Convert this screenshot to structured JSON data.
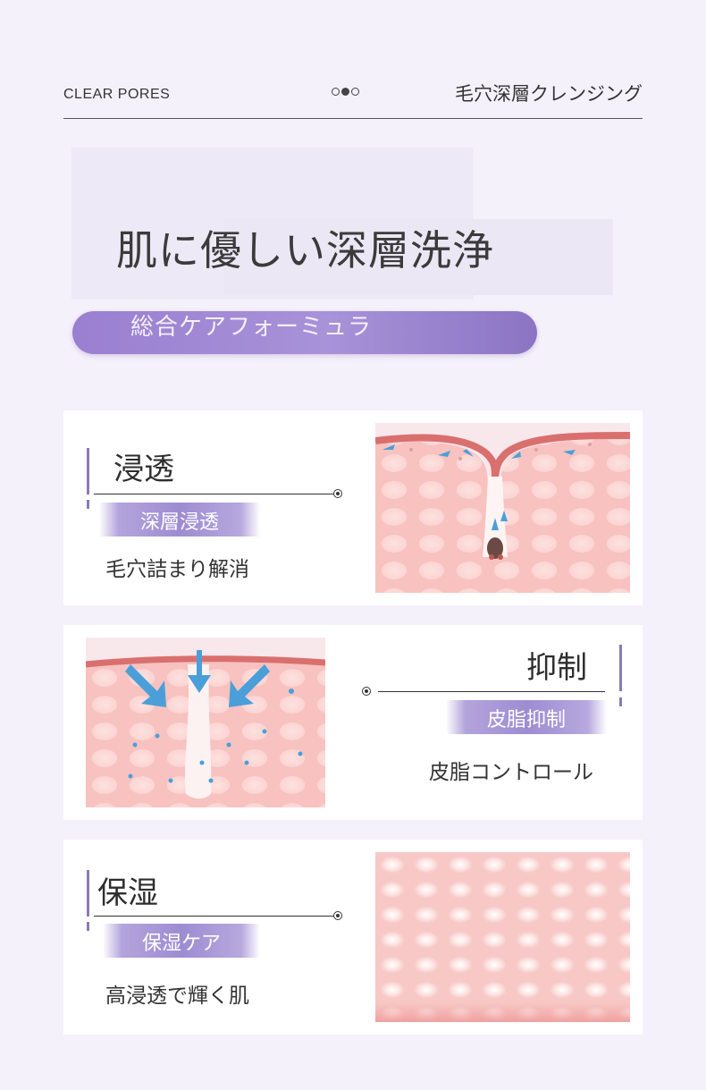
{
  "header": {
    "brand": "CLEAR PORES",
    "title_jp": "毛穴深層クレンジング",
    "dots": [
      false,
      true,
      false
    ]
  },
  "hero": {
    "title": "肌に優しい深層洗浄",
    "pill_label": "総合ケアフォーミュラ"
  },
  "cards": [
    {
      "title": "浸透",
      "tag": "深層浸透",
      "desc": "毛穴詰まり解消",
      "illustration": "pore-penetration-illustration"
    },
    {
      "title": "抑制",
      "tag": "皮脂抑制",
      "desc": "皮脂コントロール",
      "illustration": "sebum-control-illustration"
    },
    {
      "title": "保湿",
      "tag": "保湿ケア",
      "desc": "高浸透で輝く肌",
      "illustration": "skin-moisture-illustration"
    }
  ],
  "colors": {
    "background": "#f5f1fb",
    "accent_purple": "#9a7fd1",
    "skin_pink": "#f7c2c0",
    "arrow_blue": "#4a9fd8"
  }
}
